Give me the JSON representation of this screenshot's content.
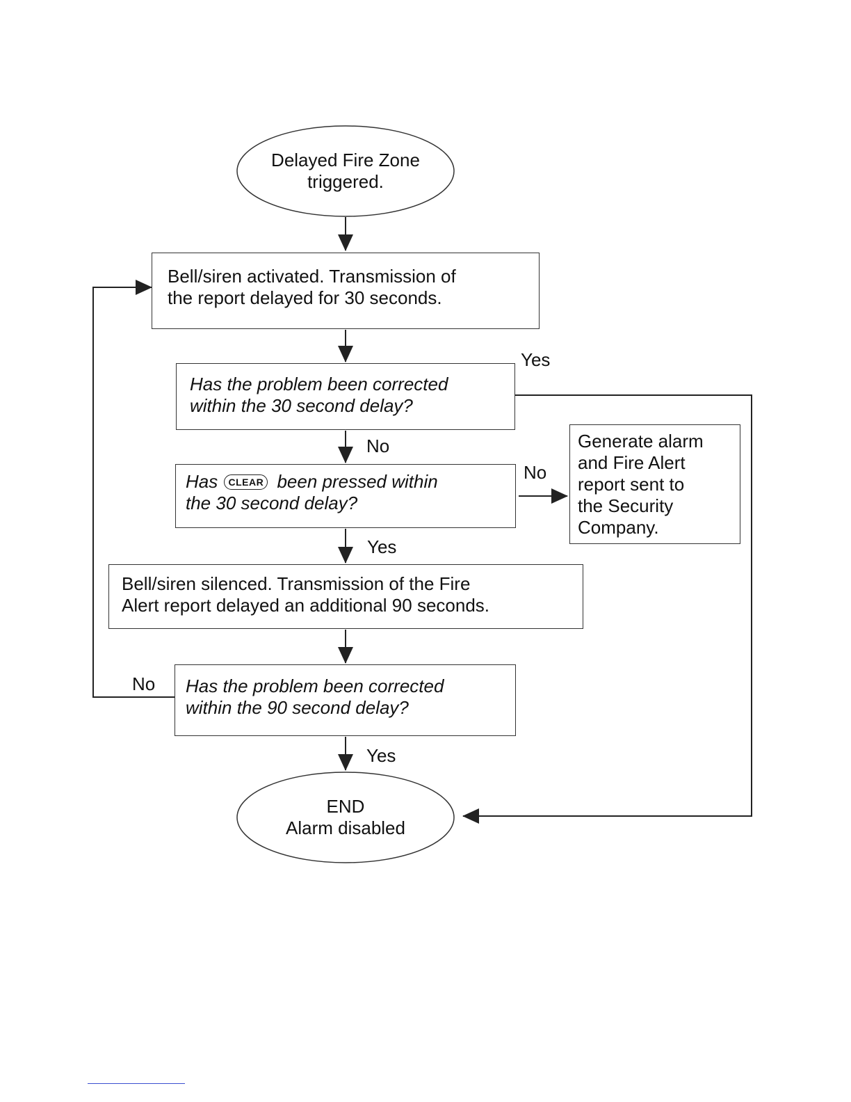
{
  "nodes": {
    "start": {
      "lines": [
        "Delayed Fire Zone",
        "triggered."
      ]
    },
    "bell_activated": {
      "lines": [
        "Bell/siren activated. Transmission of",
        "the report delayed for 30 seconds."
      ]
    },
    "q_corrected_30": {
      "lines": [
        "Has the problem been corrected",
        "within the 30 second delay?"
      ]
    },
    "q_clear_pressed": {
      "prefix": "Has",
      "key_label": "CLEAR",
      "suffix": "been pressed within",
      "line2": "the 30 second delay?"
    },
    "generate_alarm": {
      "lines": [
        "Generate alarm",
        "and Fire Alert",
        "report sent to",
        "the Security",
        "Company."
      ]
    },
    "bell_silenced": {
      "lines": [
        "Bell/siren silenced. Transmission of the Fire",
        "Alert report delayed an additional 90 seconds."
      ]
    },
    "q_corrected_90": {
      "lines": [
        "Has the problem been corrected",
        "within the 90 second delay?"
      ]
    },
    "end": {
      "lines": [
        "END",
        "Alarm disabled"
      ]
    }
  },
  "edge_labels": {
    "corrected_30_yes": "Yes",
    "corrected_30_no": "No",
    "clear_no": "No",
    "clear_yes": "Yes",
    "corrected_90_no": "No",
    "corrected_90_yes": "Yes"
  },
  "colors": {
    "stroke": "#333333",
    "text": "#111111",
    "footer_rule": "#3a4fd0"
  }
}
